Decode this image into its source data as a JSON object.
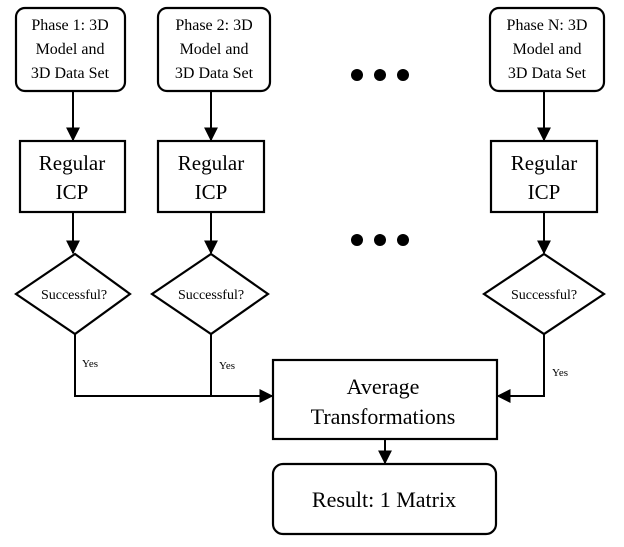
{
  "phases": [
    {
      "lines": [
        "Phase 1: 3D",
        "Model and",
        "3D Data Set"
      ]
    },
    {
      "lines": [
        "Phase 2: 3D",
        "Model and",
        "3D Data Set"
      ]
    },
    {
      "lines": [
        "Phase N: 3D",
        "Model and",
        "3D Data Set"
      ]
    }
  ],
  "icp": {
    "lines": [
      "Regular",
      "ICP"
    ]
  },
  "decision": {
    "label": "Successful?"
  },
  "yes_label": "Yes",
  "average": {
    "lines": [
      "Average",
      "Transformations"
    ]
  },
  "result": {
    "label": "Result: 1 Matrix"
  }
}
